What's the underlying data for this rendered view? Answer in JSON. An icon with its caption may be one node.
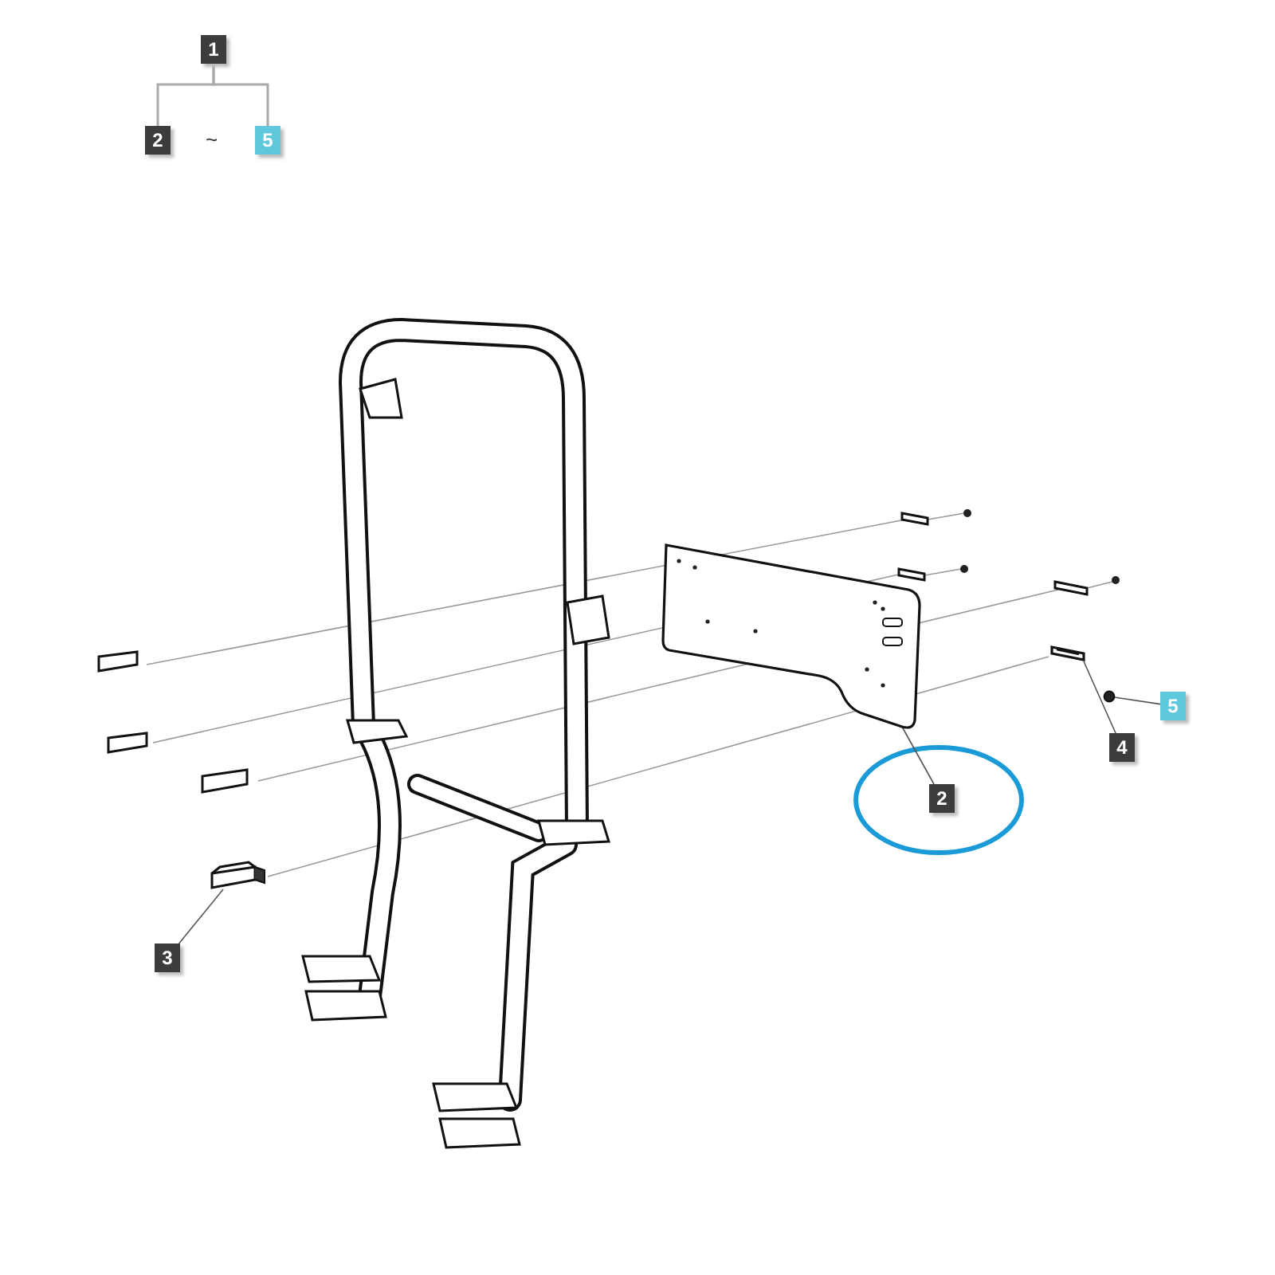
{
  "diagram": {
    "nodes": [
      {
        "text": [
          "1"
        ]
      },
      {
        "text": [
          "2"
        ]
      },
      {
        "text": [
          "5"
        ]
      },
      {
        "text": [
          "5"
        ]
      },
      {
        "text": [],
        "shape": "circle"
      },
      {
        "text": [
          "4"
        ]
      },
      {
        "text": [],
        "shape": "box"
      },
      {
        "text": [
          "2"
        ]
      },
      {
        "text": [],
        "shape": "picture"
      },
      {
        "text": [
          "3"
        ]
      },
      {
        "text": [],
        "shape": "box"
      }
    ],
    "edges": [
      {
        "from": 0,
        "to": 1,
        "arrow": "none"
      },
      {
        "from": 0,
        "to": 2,
        "arrow": "none"
      },
      {
        "from": 3,
        "to": 4,
        "arrow": "none"
      },
      {
        "from": 5,
        "to": 6,
        "arrow": "none"
      },
      {
        "from": 7,
        "to": 8,
        "arrow": "none"
      },
      {
        "from": 9,
        "to": 10,
        "arrow": "none"
      }
    ],
    "labels": [
      "~"
    ]
  }
}
